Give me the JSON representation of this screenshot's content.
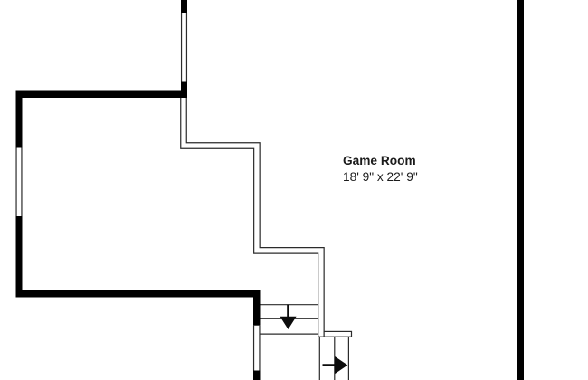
{
  "page": {
    "type": "floor-plan-drawing",
    "background": "#ffffff"
  },
  "room_label": {
    "name": "Game Room",
    "dimensions": "18' 9\" x 22' 9\""
  },
  "colors": {
    "wall": "#000000",
    "thin_line": "#2b2b2b",
    "text": "#1b1b1b",
    "background": "#ffffff"
  },
  "icons": {
    "stairs_down_arrow": "down-arrow",
    "stairs_right_arrow": "right-arrow"
  }
}
